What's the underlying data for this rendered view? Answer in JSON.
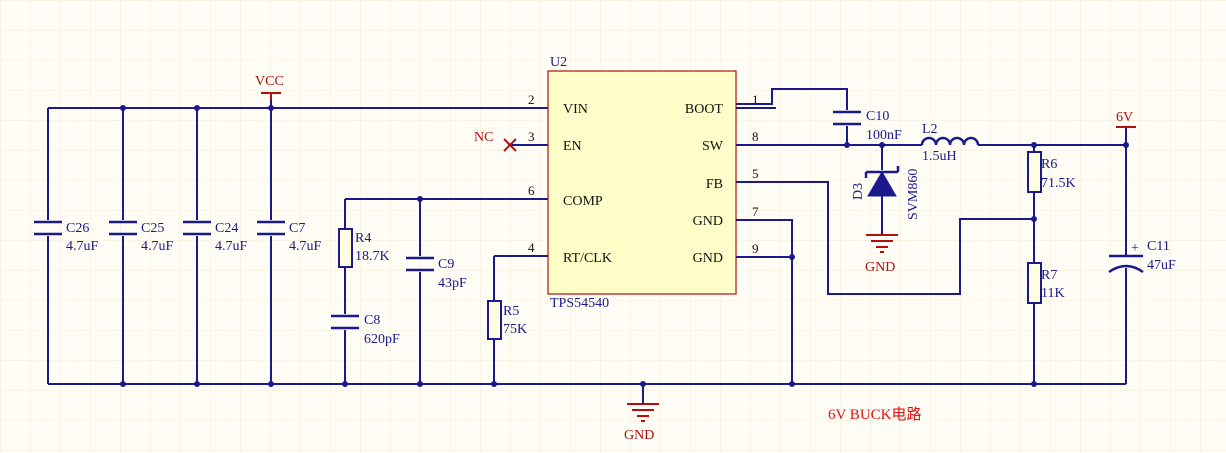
{
  "ic": {
    "designator": "U2",
    "part": "TPS54540",
    "pins": [
      {
        "num": "2",
        "name": "VIN"
      },
      {
        "num": "3",
        "name": "EN"
      },
      {
        "num": "6",
        "name": "COMP"
      },
      {
        "num": "4",
        "name": "RT/CLK"
      },
      {
        "num": "1",
        "name": "BOOT"
      },
      {
        "num": "8",
        "name": "SW"
      },
      {
        "num": "5",
        "name": "FB"
      },
      {
        "num": "7",
        "name": "GND"
      },
      {
        "num": "9",
        "name": "GND"
      }
    ]
  },
  "components": {
    "c26": {
      "ref": "C26",
      "value": "4.7uF"
    },
    "c25": {
      "ref": "C25",
      "value": "4.7uF"
    },
    "c24": {
      "ref": "C24",
      "value": "4.7uF"
    },
    "c7": {
      "ref": "C7",
      "value": "4.7uF"
    },
    "r4": {
      "ref": "R4",
      "value": "18.7K"
    },
    "c8": {
      "ref": "C8",
      "value": "620pF"
    },
    "c9": {
      "ref": "C9",
      "value": "43pF"
    },
    "r5": {
      "ref": "R5",
      "value": "75K"
    },
    "c10": {
      "ref": "C10",
      "value": "100nF"
    },
    "l2": {
      "ref": "L2",
      "value": "1.5uH"
    },
    "d3": {
      "ref": "D3",
      "value": "SVM860"
    },
    "r6": {
      "ref": "R6",
      "value": "71.5K"
    },
    "r7": {
      "ref": "R7",
      "value": "11K"
    },
    "c11": {
      "ref": "C11",
      "value": "47uF",
      "polarity": "+"
    }
  },
  "nets": {
    "vcc": "VCC",
    "out": "6V",
    "gnd_main": "GND",
    "gnd_diode": "GND",
    "nc": "NC"
  },
  "caption": "6V BUCK电路",
  "colors": {
    "background": "#fffdf5",
    "wire": "#1a1a8c",
    "ic_fill": "#fffdc8",
    "ic_border": "#b01010",
    "power_port": "#b01010",
    "caption": "#e01010"
  }
}
